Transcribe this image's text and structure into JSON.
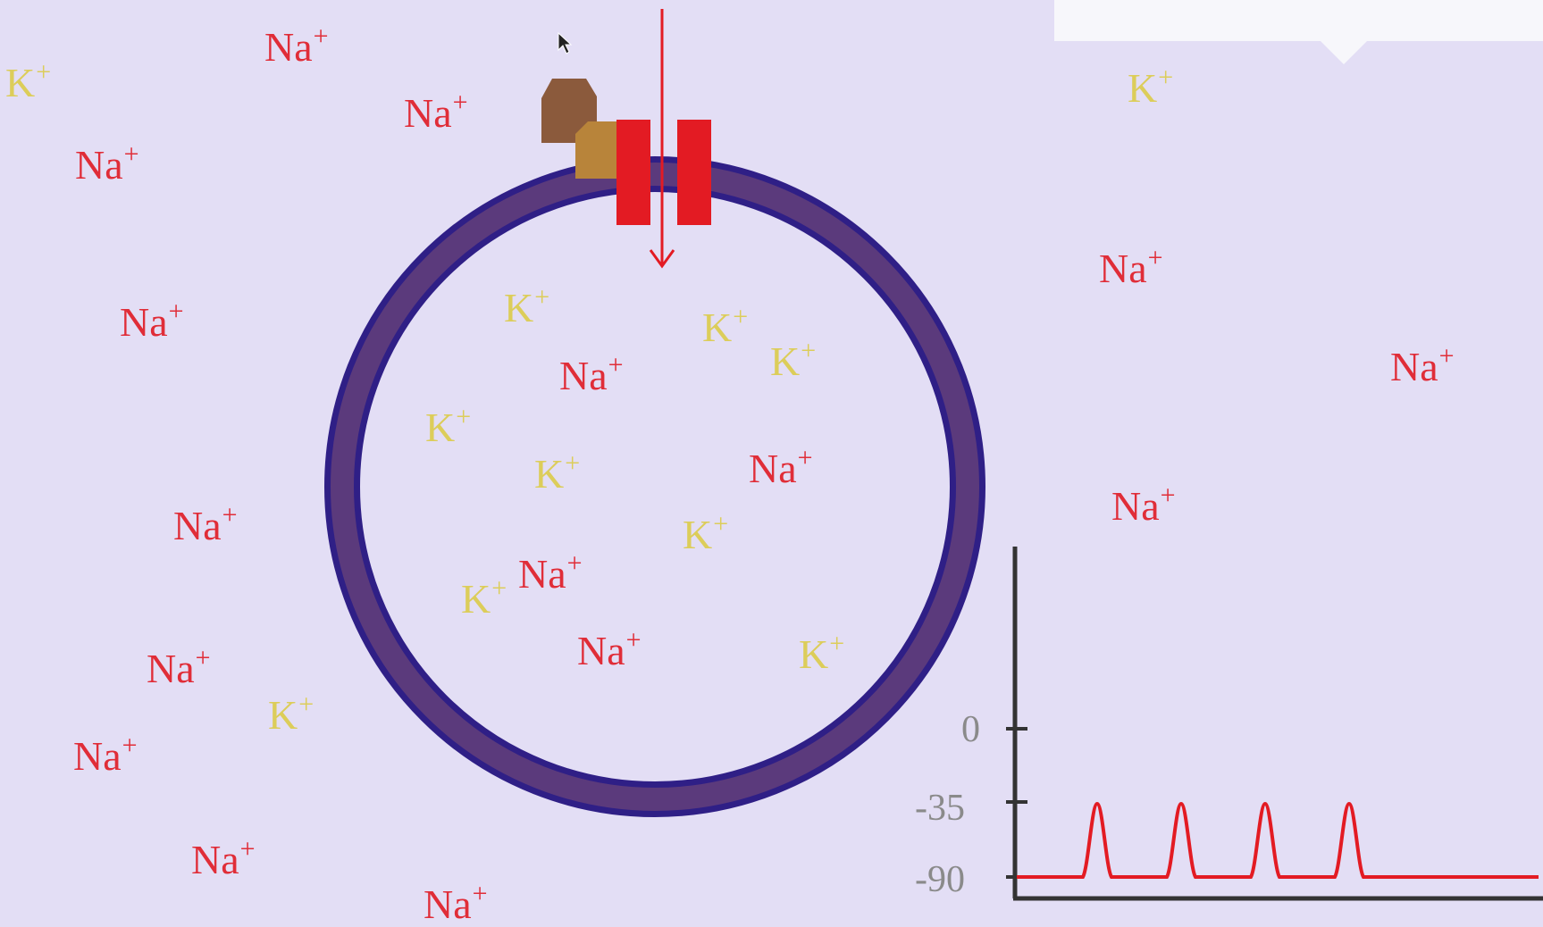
{
  "ions": {
    "na_symbol": "Na",
    "k_symbol": "K",
    "charge": "+",
    "outside_na": [
      {
        "id": "na-out-1",
        "label": "Na"
      },
      {
        "id": "na-out-2",
        "label": "Na"
      },
      {
        "id": "na-out-3",
        "label": "Na"
      },
      {
        "id": "na-out-4",
        "label": "Na"
      },
      {
        "id": "na-out-5",
        "label": "Na"
      },
      {
        "id": "na-out-6",
        "label": "Na"
      },
      {
        "id": "na-out-7",
        "label": "Na"
      },
      {
        "id": "na-out-8",
        "label": "Na"
      },
      {
        "id": "na-out-9",
        "label": "Na"
      },
      {
        "id": "na-out-10",
        "label": "Na"
      },
      {
        "id": "na-out-11",
        "label": "Na"
      },
      {
        "id": "na-out-12",
        "label": "Na"
      }
    ],
    "outside_k": [
      {
        "id": "k-out-1",
        "label": "K"
      },
      {
        "id": "k-out-2",
        "label": "K"
      },
      {
        "id": "k-out-3",
        "label": "K"
      }
    ],
    "inside_na": [
      {
        "id": "na-in-1",
        "label": "Na"
      },
      {
        "id": "na-in-2",
        "label": "Na"
      },
      {
        "id": "na-in-3",
        "label": "Na"
      },
      {
        "id": "na-in-4",
        "label": "Na"
      }
    ],
    "inside_k": [
      {
        "id": "k-in-1",
        "label": "K"
      },
      {
        "id": "k-in-2",
        "label": "K"
      },
      {
        "id": "k-in-3",
        "label": "K"
      },
      {
        "id": "k-in-4",
        "label": "K"
      },
      {
        "id": "k-in-5",
        "label": "K"
      },
      {
        "id": "k-in-6",
        "label": "K"
      },
      {
        "id": "k-in-7",
        "label": "K"
      },
      {
        "id": "k-in-8",
        "label": "K"
      }
    ]
  },
  "graph": {
    "y_ticks": [
      "0",
      "-35",
      "-90"
    ],
    "resting_potential": -90,
    "threshold": -35,
    "peak_count": 4
  },
  "colors": {
    "background": "#e3def5",
    "membrane": "#3b2a86",
    "membrane_inner": "#5a3a7a",
    "channel": "#e31b23",
    "na_text": "#e02d38",
    "k_text": "#dccd5a",
    "trace": "#e31b23",
    "axis": "#333333",
    "ligand_dark": "#8b5a3c",
    "ligand_light": "#b8843a"
  },
  "icons": {
    "cursor": "mouse-pointer-icon",
    "arrow": "inward-arrow-icon"
  }
}
